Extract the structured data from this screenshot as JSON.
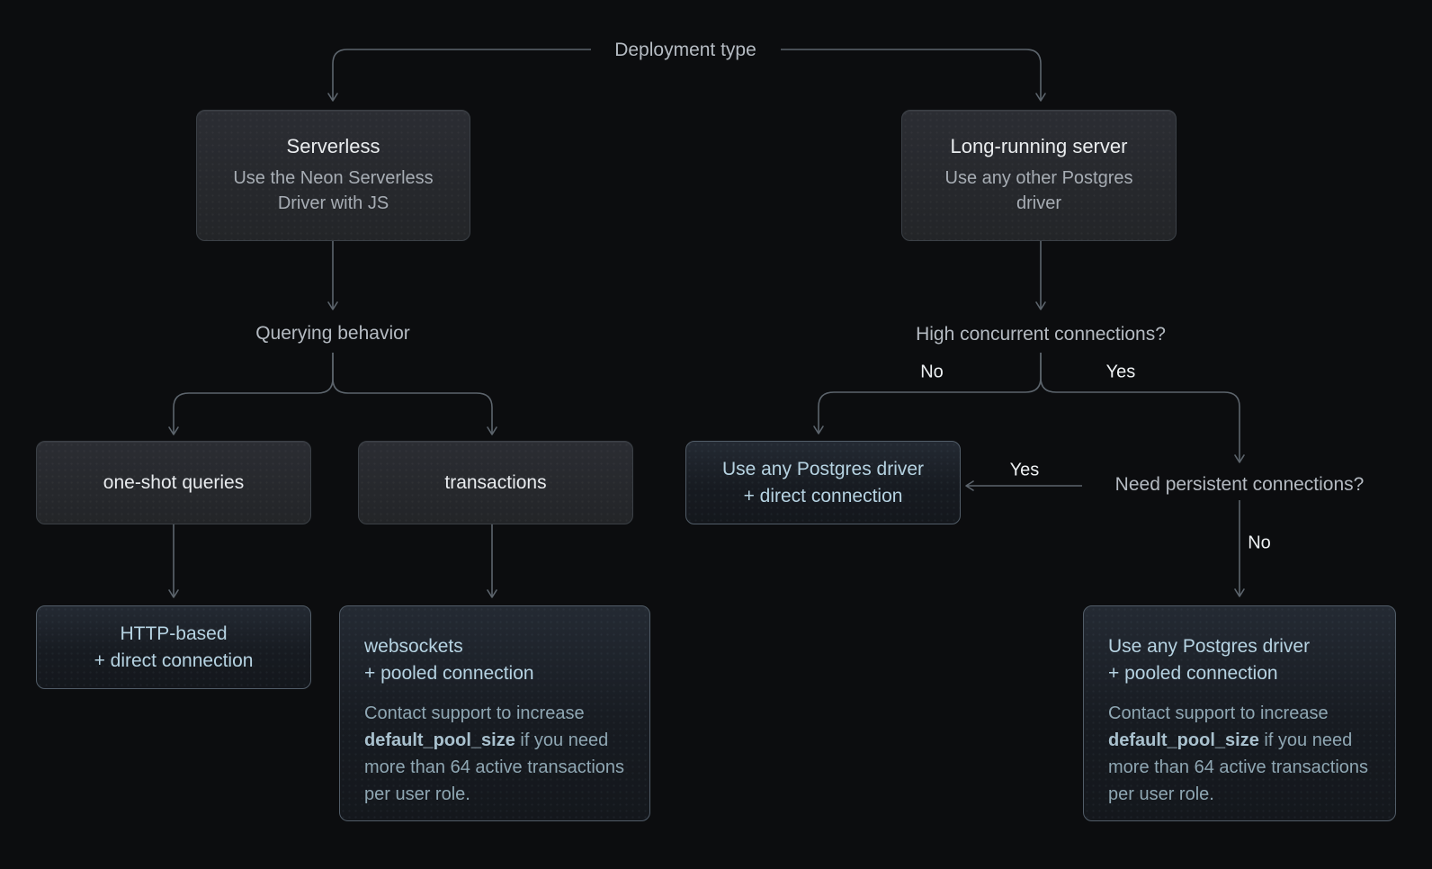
{
  "colors": {
    "background": "#0c0d0f",
    "connector": "#5d656d",
    "decision_box_bg": "#26282d",
    "decision_box_border": "#3b4046",
    "result_box_border": "#525d68",
    "result_text": "#b6d3e2",
    "note_text": "#8fa7b3",
    "label_text": "#b5bbc2",
    "edge_label_text": "#eef1f3"
  },
  "diagram": {
    "type": "decision-flowchart",
    "root_label": "Deployment type",
    "questions": {
      "querying_behavior": "Querying behavior",
      "high_concurrent": "High concurrent connections?",
      "need_persistent": "Need persistent connections?"
    },
    "edge_labels": {
      "high_concurrent_no": "No",
      "high_concurrent_yes": "Yes",
      "need_persistent_yes": "Yes",
      "need_persistent_no": "No"
    },
    "nodes": {
      "serverless": {
        "title": "Serverless",
        "subtitle": "Use the Neon Serverless Driver with JS"
      },
      "long_running": {
        "title": "Long-running server",
        "subtitle": "Use any other Postgres driver"
      },
      "one_shot": {
        "label": "one-shot queries"
      },
      "transactions": {
        "label": "transactions"
      },
      "http_direct": {
        "label": "HTTP-based\n+ direct connection"
      },
      "websockets_pooled": {
        "label": "websockets\n+ pooled connection",
        "note_prefix": "Contact support to increase ",
        "note_code": "default_pool_size",
        "note_suffix": " if you need more than 64 active transactions per user role."
      },
      "any_driver_direct": {
        "label": "Use any Postgres driver\n+ direct connection"
      },
      "any_driver_pooled": {
        "label": "Use any Postgres driver\n+ pooled connection",
        "note_prefix": "Contact support to increase ",
        "note_code": "default_pool_size",
        "note_suffix": " if you need more than 64 active transactions per user role."
      }
    },
    "edges": [
      {
        "from": "Deployment type",
        "to": "Serverless",
        "label": ""
      },
      {
        "from": "Deployment type",
        "to": "Long-running server",
        "label": ""
      },
      {
        "from": "Serverless",
        "to": "Querying behavior",
        "label": ""
      },
      {
        "from": "Querying behavior",
        "to": "one-shot queries",
        "label": ""
      },
      {
        "from": "Querying behavior",
        "to": "transactions",
        "label": ""
      },
      {
        "from": "one-shot queries",
        "to": "HTTP-based + direct connection",
        "label": ""
      },
      {
        "from": "transactions",
        "to": "websockets + pooled connection",
        "label": ""
      },
      {
        "from": "Long-running server",
        "to": "High concurrent connections?",
        "label": ""
      },
      {
        "from": "High concurrent connections?",
        "to": "Use any Postgres driver + direct connection",
        "label": "No"
      },
      {
        "from": "High concurrent connections?",
        "to": "Need persistent connections?",
        "label": "Yes"
      },
      {
        "from": "Need persistent connections?",
        "to": "Use any Postgres driver + direct connection",
        "label": "Yes"
      },
      {
        "from": "Need persistent connections?",
        "to": "Use any Postgres driver + pooled connection",
        "label": "No"
      }
    ]
  }
}
